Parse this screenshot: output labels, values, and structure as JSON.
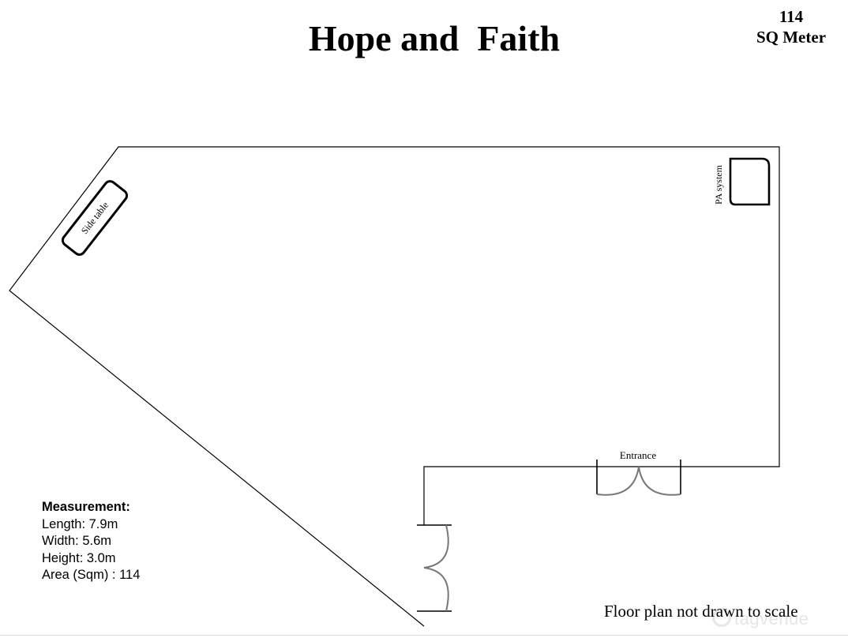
{
  "header": {
    "title": "Hope and  Faith",
    "area_value": "114",
    "area_unit": "SQ Meter"
  },
  "floor_plan": {
    "labels": {
      "side_table": "Side table",
      "pa_system": "PA system",
      "entrance": "Entrance"
    }
  },
  "measurements": {
    "heading": "Measurement:",
    "length": "Length: 7.9m",
    "width": "Width: 5.6m",
    "height": "Height: 3.0m",
    "area": "Area (Sqm) : 114"
  },
  "footer": {
    "disclaimer": "Floor plan not drawn to scale",
    "watermark": "tagvenue"
  }
}
